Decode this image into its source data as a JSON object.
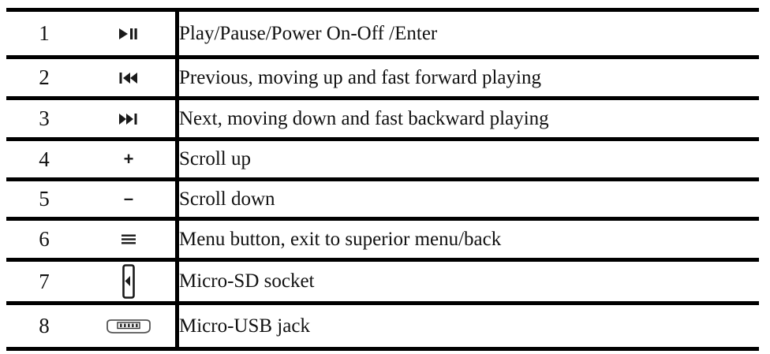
{
  "table": {
    "rows": [
      {
        "number": "1",
        "icon_name": "play-pause-icon",
        "description": "Play/Pause/Power On-Off /Enter"
      },
      {
        "number": "2",
        "icon_name": "previous-track-icon",
        "description": "Previous, moving up and fast forward playing"
      },
      {
        "number": "3",
        "icon_name": "next-track-icon",
        "description": "Next, moving down and fast backward playing"
      },
      {
        "number": "4",
        "icon_name": "plus-icon",
        "icon_glyph": "+",
        "description": "Scroll up"
      },
      {
        "number": "5",
        "icon_name": "minus-icon",
        "icon_glyph": "–",
        "description": "Scroll down"
      },
      {
        "number": "6",
        "icon_name": "menu-hamburger-icon",
        "description": "Menu button, exit to superior menu/back"
      },
      {
        "number": "7",
        "icon_name": "micro-sd-socket-icon",
        "description": "Micro-SD socket"
      },
      {
        "number": "8",
        "icon_name": "micro-usb-jack-icon",
        "description": "Micro-USB jack"
      }
    ]
  },
  "style": {
    "rule_color": "#000000",
    "text_color": "#111111",
    "background": "#ffffff"
  }
}
